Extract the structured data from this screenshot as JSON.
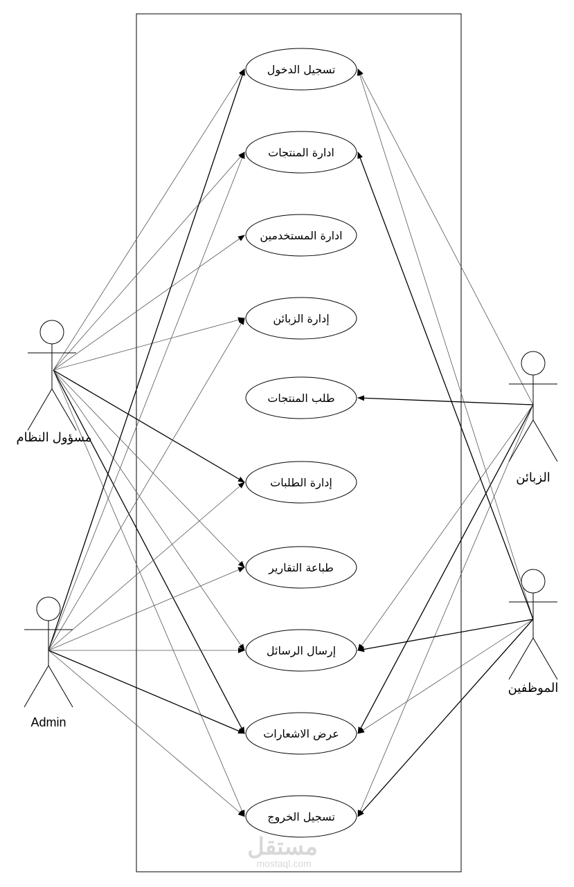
{
  "diagram": {
    "type": "use-case",
    "use_cases": [
      {
        "id": "login",
        "label": "تسجيل الدخول"
      },
      {
        "id": "manage_products",
        "label": "ادارة المنتجات"
      },
      {
        "id": "manage_users",
        "label": "ادارة المستخدمين"
      },
      {
        "id": "manage_customers",
        "label": "إدارة الزبائن"
      },
      {
        "id": "order_products",
        "label": "طلب المنتجات"
      },
      {
        "id": "manage_orders",
        "label": "إدارة الطلبات"
      },
      {
        "id": "print_reports",
        "label": "طباعة التقارير"
      },
      {
        "id": "send_messages",
        "label": "إرسال الرسائل"
      },
      {
        "id": "view_notifications",
        "label": "عرض الاشعارات"
      },
      {
        "id": "logout",
        "label": "تسجيل الخروج"
      }
    ],
    "actors": [
      {
        "id": "sysadmin",
        "label": "مسؤول النظام"
      },
      {
        "id": "admin",
        "label": "Admin"
      },
      {
        "id": "customers",
        "label": "الزبائن"
      },
      {
        "id": "employees",
        "label": "الموظفين"
      }
    ],
    "associations": [
      {
        "actor": "sysadmin",
        "targets": [
          "login",
          "manage_products",
          "manage_users",
          "manage_customers",
          "manage_orders",
          "print_reports",
          "send_messages",
          "view_notifications",
          "logout"
        ]
      },
      {
        "actor": "admin",
        "targets": [
          "login",
          "manage_products",
          "manage_customers",
          "manage_orders",
          "print_reports",
          "send_messages",
          "view_notifications",
          "logout"
        ]
      },
      {
        "actor": "customers",
        "targets": [
          "login",
          "order_products",
          "send_messages",
          "view_notifications",
          "logout"
        ]
      },
      {
        "actor": "employees",
        "targets": [
          "login",
          "manage_products",
          "send_messages",
          "view_notifications",
          "logout"
        ]
      }
    ]
  },
  "watermark": {
    "logo_text": "مستقل",
    "site": "mostaql.com"
  }
}
